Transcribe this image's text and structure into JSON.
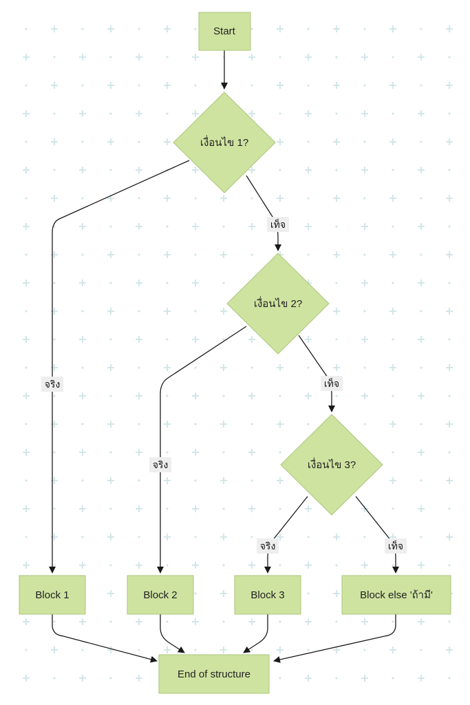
{
  "diagram": {
    "colors": {
      "node_fill": "#cfe3a0",
      "node_stroke": "#aac67a",
      "edge": "#1a1a1a",
      "label_bg": "#eeeeee",
      "grid_dot": "#d2e6e8"
    },
    "nodes": {
      "start": "Start",
      "cond1": "เงื่อนไข 1?",
      "cond2": "เงื่อนไข 2?",
      "cond3": "เงื่อนไข 3?",
      "block1": "Block 1",
      "block2": "Block 2",
      "block3": "Block 3",
      "block_else": "Block else 'ถ้ามี'",
      "end": "End of structure"
    },
    "edge_labels": {
      "cond1_true": "จริง",
      "cond1_false": "เท็จ",
      "cond2_true": "จริง",
      "cond2_false": "เท็จ",
      "cond3_true": "จริง",
      "cond3_false": "เท็จ"
    }
  }
}
